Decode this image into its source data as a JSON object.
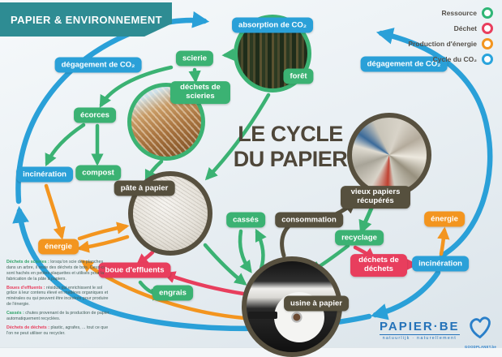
{
  "header": {
    "banner": "PAPIER & ENVIRONNEMENT"
  },
  "legend": {
    "items": [
      {
        "label": "Ressource",
        "color": "#2fb676"
      },
      {
        "label": "Déchet",
        "color": "#e83e5d"
      },
      {
        "label": "Production d'énergie",
        "color": "#f3951f"
      },
      {
        "label": "Cycle du CO₂",
        "color": "#2aa4dc"
      }
    ]
  },
  "title": {
    "line1": "LE CYCLE",
    "line2": "DU PAPIER"
  },
  "nodes": {
    "absorption": "absorption de CO₂",
    "degagement_left": "dégagement de CO₂",
    "degagement_right": "dégagement de CO₂",
    "foret": "forêt",
    "scierie": "scierie",
    "dechets_scieries": "déchets de scieries",
    "ecorces": "écorces",
    "compost": "compost",
    "incineration_left": "incinération",
    "energie_left": "énergie",
    "pate_a_papier": "pâte à papier",
    "boue_effluents": "boue d'effluents",
    "engrais": "engrais",
    "casses": "cassés",
    "consommation": "consommation",
    "vieux_papiers": "vieux papiers récupérés",
    "recyclage": "recyclage",
    "dechets_dechets": "déchets de déchets",
    "incineration_right": "incinération",
    "energie_right": "énergie",
    "usine": "usine à papier"
  },
  "definitions": [
    {
      "term": "Déchets de scieries :",
      "text": "lorsqu'on scie des planches dans un arbre, il reste des déchets de bois. Ceux-ci sont hachés en petites plaquettes et utilisés pour la fabrication de la pâte à papiers."
    },
    {
      "term": "Boues d'effluents :",
      "text": "résidus qui enrichissent le sol grâce à leur contenu élevé en matières organiques et minérales ou qui peuvent être incinérés pour produire de l'énergie."
    },
    {
      "term": "Cassés :",
      "text": "chutes provenant de la production de papier, automatiquement recyclées."
    },
    {
      "term": "Déchets de déchets :",
      "text": "plastic, agrafes, ... tout ce que l'on ne peut utiliser ou recycler."
    }
  ],
  "footer": {
    "brand": "PAPIER·BE",
    "tagline": "natuurlijk · naturellement",
    "partner": "GOODPLANET.be"
  },
  "colors": {
    "resource_green": "#3bb273",
    "waste_pink": "#e83e5d",
    "energy_orange": "#f3951f",
    "co2_blue": "#2aa0d8",
    "label_dark": "#56503e",
    "banner_teal": "#2e8c93"
  }
}
